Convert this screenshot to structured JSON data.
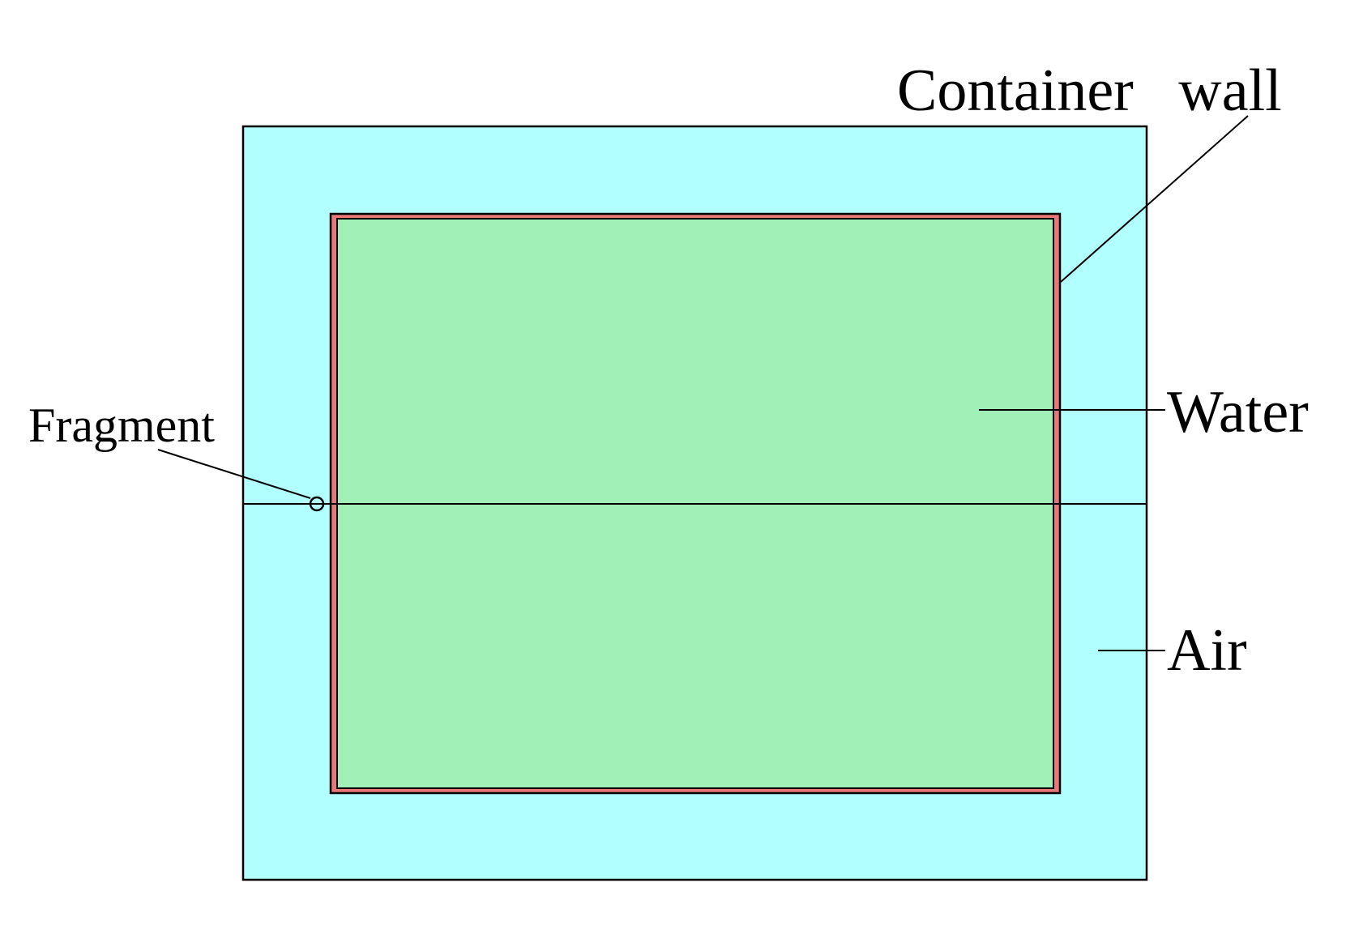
{
  "labels": {
    "container_wall": "Container   wall",
    "water": "Water",
    "air": "Air",
    "fragment": "Fragment"
  },
  "colors": {
    "air": "#b2ffff",
    "water": "#a0f0b8",
    "container_wall": "#e87878",
    "outline": "#000000",
    "background": "#ffffff"
  }
}
